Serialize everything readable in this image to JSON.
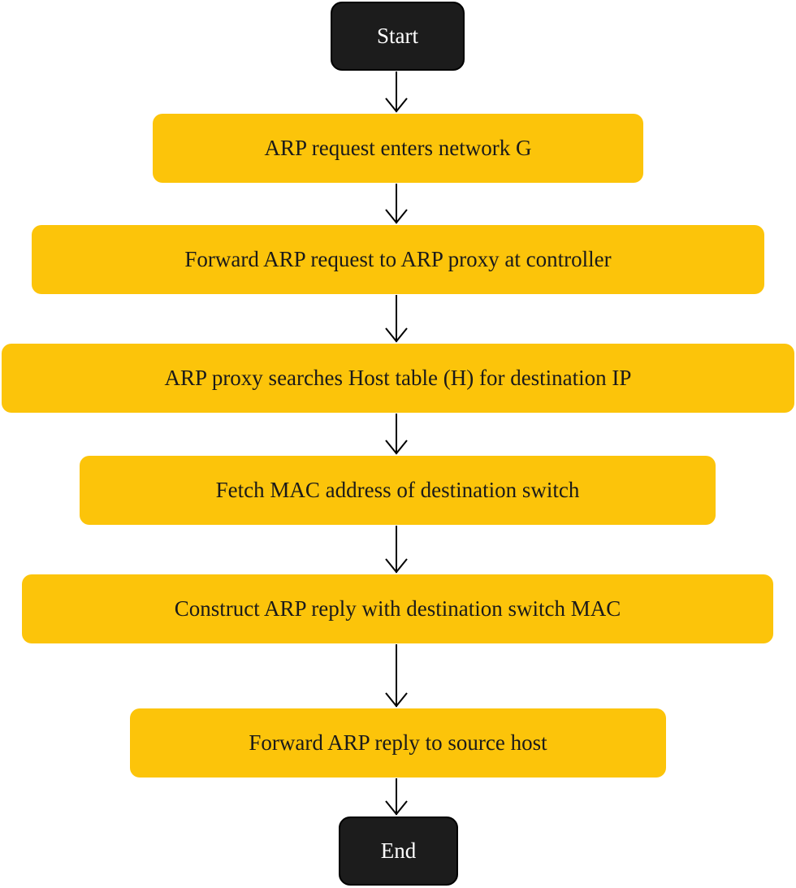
{
  "flowchart": {
    "nodes": [
      {
        "id": "start",
        "label": "Start",
        "kind": "terminal"
      },
      {
        "id": "s1",
        "label": "ARP request enters network G",
        "kind": "process"
      },
      {
        "id": "s2",
        "label": "Forward ARP request to ARP proxy at controller",
        "kind": "process"
      },
      {
        "id": "s3",
        "label": "ARP proxy searches Host table (H) for destination IP",
        "kind": "process"
      },
      {
        "id": "s4",
        "label": "Fetch MAC address of destination switch",
        "kind": "process"
      },
      {
        "id": "s5",
        "label": "Construct ARP reply with destination switch MAC",
        "kind": "process"
      },
      {
        "id": "s6",
        "label": "Forward ARP reply to source host",
        "kind": "process"
      },
      {
        "id": "end",
        "label": "End",
        "kind": "terminal"
      }
    ],
    "edges": [
      {
        "from": "start",
        "to": "s1"
      },
      {
        "from": "s1",
        "to": "s2"
      },
      {
        "from": "s2",
        "to": "s3"
      },
      {
        "from": "s3",
        "to": "s4"
      },
      {
        "from": "s4",
        "to": "s5"
      },
      {
        "from": "s5",
        "to": "s6"
      },
      {
        "from": "s6",
        "to": "end"
      }
    ],
    "colors": {
      "terminal_fill": "#1c1c1c",
      "terminal_text": "#ffffff",
      "process_fill": "#fcc40a",
      "process_text": "#1a1a1a",
      "arrow": "#000000"
    }
  }
}
